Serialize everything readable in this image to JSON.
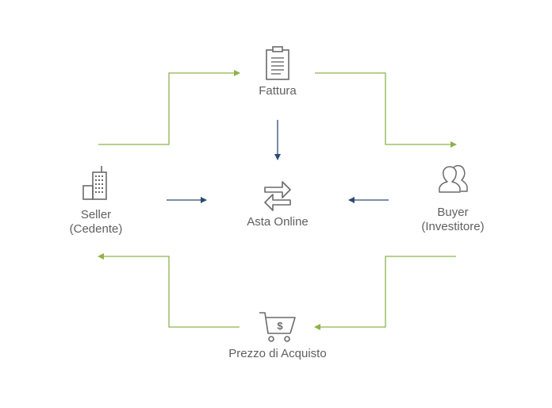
{
  "diagram": {
    "nodes": {
      "fattura": {
        "label": "Fattura",
        "icon": "clipboard-icon"
      },
      "asta": {
        "label": "Asta Online",
        "icon": "exchange-arrows-icon"
      },
      "seller": {
        "label_line1": "Seller",
        "label_line2": "(Cedente)",
        "icon": "building-icon"
      },
      "buyer": {
        "label_line1": "Buyer",
        "label_line2": "(Investitore)",
        "icon": "users-icon"
      },
      "prezzo": {
        "label": "Prezzo di Acquisto",
        "icon": "cart-dollar-icon"
      }
    },
    "edges": [
      {
        "from": "seller",
        "to": "fattura",
        "color": "green"
      },
      {
        "from": "fattura",
        "to": "buyer",
        "color": "green"
      },
      {
        "from": "buyer",
        "to": "prezzo",
        "color": "green"
      },
      {
        "from": "prezzo",
        "to": "seller",
        "color": "green"
      },
      {
        "from": "fattura",
        "to": "asta",
        "color": "navy"
      },
      {
        "from": "seller",
        "to": "asta",
        "color": "navy"
      },
      {
        "from": "buyer",
        "to": "asta",
        "color": "navy"
      }
    ],
    "colors": {
      "green": "#8db34a",
      "navy": "#2c4a73",
      "icon": "#6b6b6b",
      "text": "#5f5f5f"
    }
  }
}
